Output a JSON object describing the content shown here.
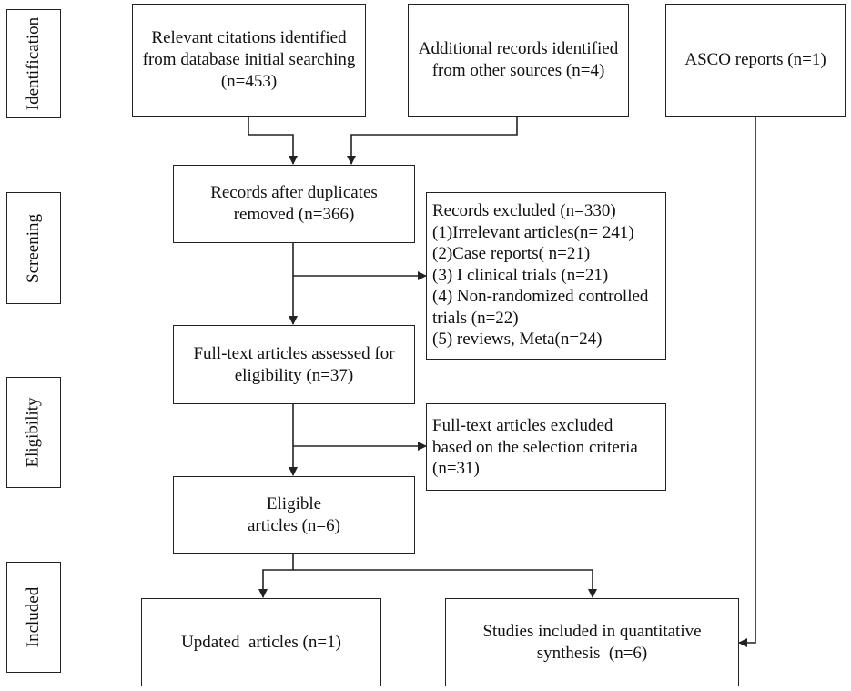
{
  "stages": {
    "identification": "Identification",
    "screening": "Screening",
    "eligibility": "Eligibility",
    "included": "Included"
  },
  "boxes": {
    "database": "Relevant citations identified from database initial searching (n=453)",
    "other_sources": "Additional records identified from other sources (n=4)",
    "asco": "ASCO reports (n=1)",
    "after_duplicates": "Records after duplicates removed (n=366)",
    "full_text_assessed": "Full-text articles assessed for eligibility (n=37)",
    "eligible": "Eligible articles (n=6)",
    "updated": "Updated  articles (n=1)",
    "quantitative": "Studies included in quantitative synthesis  (n=6)"
  },
  "records_excluded": {
    "title": "Records excluded (n=330)",
    "items": [
      "(1)Irrelevant articles(n= 241)",
      "(2)Case reports( n=21)",
      "(3) I clinical trials (n=21)",
      "(4) Non-randomized controlled",
      "trials (n=22)",
      "(5) reviews, Meta(n=24)"
    ]
  },
  "full_text_excluded": {
    "lines": [
      "Full-text articles excluded",
      "based on the selection criteria",
      "(n=31)"
    ]
  },
  "colors": {
    "stroke": "#222222",
    "background": "#ffffff",
    "text": "#111111"
  }
}
